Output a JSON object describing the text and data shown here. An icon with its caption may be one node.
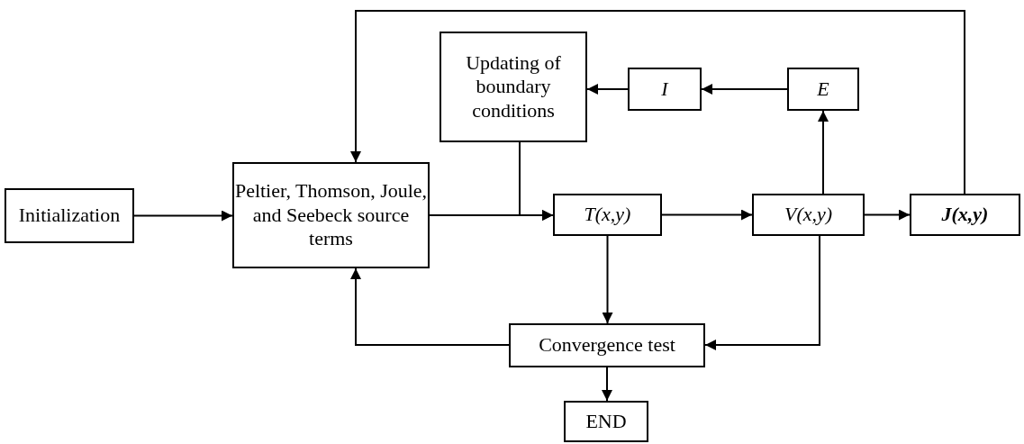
{
  "diagram": {
    "nodes": [
      {
        "text": [
          "Initialization"
        ]
      },
      {
        "text": [
          "Peltier, Thomson, Joule, and Seebeck source terms"
        ]
      },
      {
        "text": [
          "Updating of boundary conditions"
        ]
      },
      {
        "text": [
          "I"
        ]
      },
      {
        "text": [
          "E"
        ]
      },
      {
        "text": [
          "T(x,y)"
        ]
      },
      {
        "text": [
          "V(x,y)"
        ]
      },
      {
        "text": [
          "J(x,y)"
        ]
      },
      {
        "text": [
          "Convergence test"
        ]
      },
      {
        "text": [
          "END"
        ]
      }
    ],
    "edges": [
      {
        "from": 0,
        "to": 1,
        "arrow": "to"
      },
      {
        "from": 1,
        "to": 5,
        "arrow": "to"
      },
      {
        "from": 2,
        "to": 5,
        "arrow": "to"
      },
      {
        "from": 5,
        "to": 6,
        "arrow": "to"
      },
      {
        "from": 6,
        "to": 7,
        "arrow": "to"
      },
      {
        "from": 6,
        "to": 4,
        "arrow": "to"
      },
      {
        "from": 4,
        "to": 3,
        "arrow": "to"
      },
      {
        "from": 3,
        "to": 2,
        "arrow": "to"
      },
      {
        "from": 7,
        "to": 1,
        "arrow": "to"
      },
      {
        "from": 5,
        "to": 8,
        "arrow": "to"
      },
      {
        "from": 6,
        "to": 8,
        "arrow": "to"
      },
      {
        "from": 8,
        "to": 1,
        "arrow": "to"
      },
      {
        "from": 8,
        "to": 9,
        "arrow": "to"
      }
    ]
  }
}
